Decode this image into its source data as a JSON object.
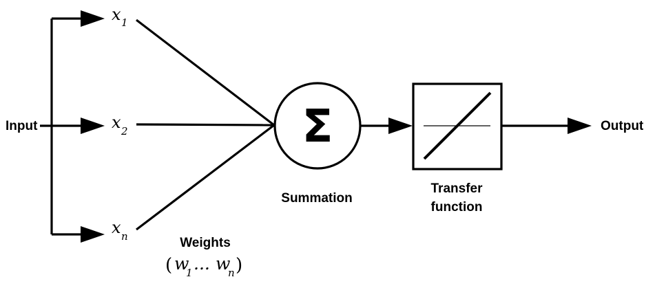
{
  "input": {
    "label": "Input"
  },
  "inputs": [
    {
      "symbol": "x",
      "subscript": "1"
    },
    {
      "symbol": "x",
      "subscript": "2"
    },
    {
      "symbol": "x",
      "subscript": "n"
    }
  ],
  "weights": {
    "label": "Weights",
    "open_paren": "(",
    "w_symbol": "w",
    "first_subscript": "1",
    "ellipsis": "...",
    "last_subscript": "n",
    "close_paren": ")"
  },
  "summation": {
    "symbol": "Σ",
    "label": "Summation"
  },
  "transfer": {
    "label_line1": "Transfer",
    "label_line2": "function"
  },
  "output": {
    "label": "Output"
  }
}
